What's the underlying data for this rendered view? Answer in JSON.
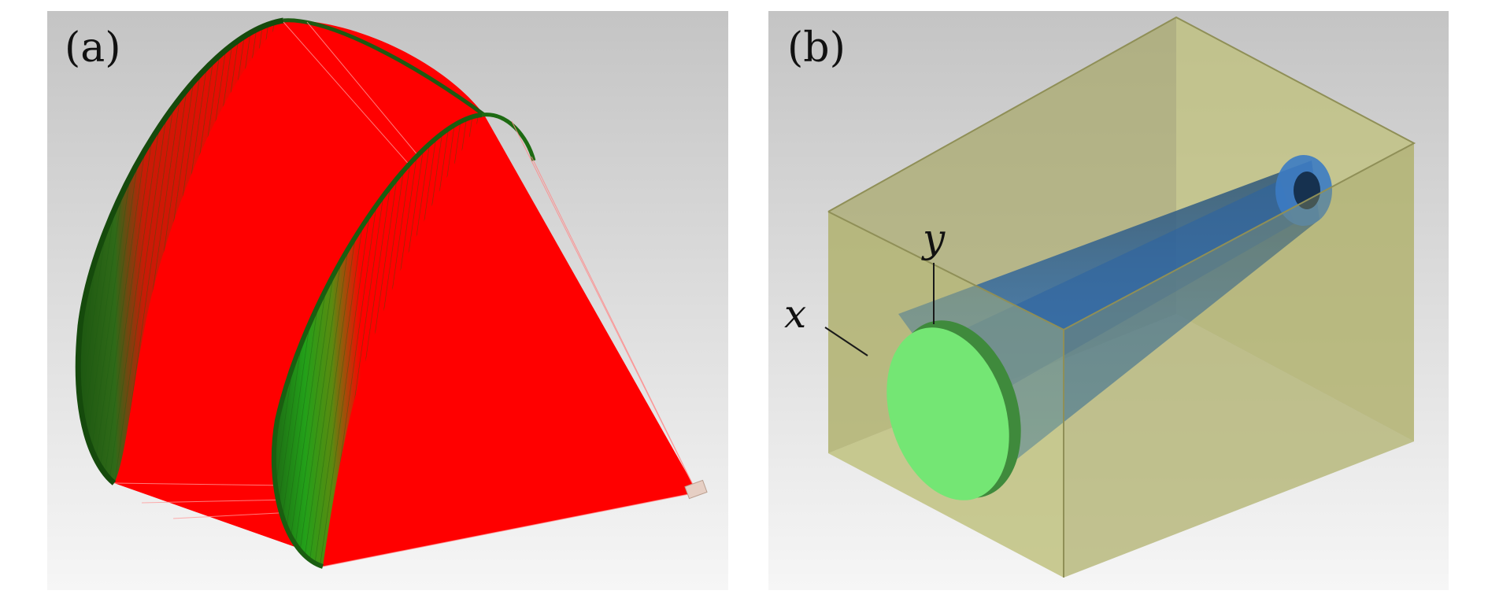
{
  "panels": {
    "a": {
      "label": "(a)"
    },
    "b": {
      "label": "(b)",
      "axis_x": "x",
      "axis_y": "y"
    }
  },
  "colors": {
    "background_top": "#c4c4c4",
    "background_bottom": "#f6f6f6",
    "ray_red": "#ff0000",
    "dark_green": "#1e5a12",
    "bright_green": "#23a51c",
    "box_olive": "#c2c37e",
    "cone_blue": "#2f6fb8",
    "disk_green": "#74e674"
  }
}
